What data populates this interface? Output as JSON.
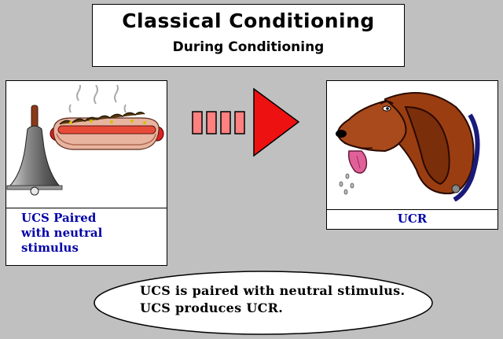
{
  "header": {
    "title": "Classical Conditioning",
    "subtitle": "During Conditioning"
  },
  "left_panel": {
    "caption_lines": [
      "UCS Paired",
      "with neutral",
      "stimulus"
    ],
    "images": [
      "bell-icon",
      "hotdog-icon"
    ]
  },
  "arrow": {
    "segments": 4,
    "colors": {
      "segment_fill": "#ff8080",
      "head_fill": "#ee1111",
      "outline": "#000000"
    }
  },
  "right_panel": {
    "caption": "UCR",
    "images": [
      "salivating-dog-icon"
    ]
  },
  "summary": {
    "lines": [
      "UCS is paired with neutral stimulus.",
      "UCS produces UCR."
    ]
  },
  "colors": {
    "background": "#c0c0c0",
    "caption_text": "#0000a8"
  }
}
